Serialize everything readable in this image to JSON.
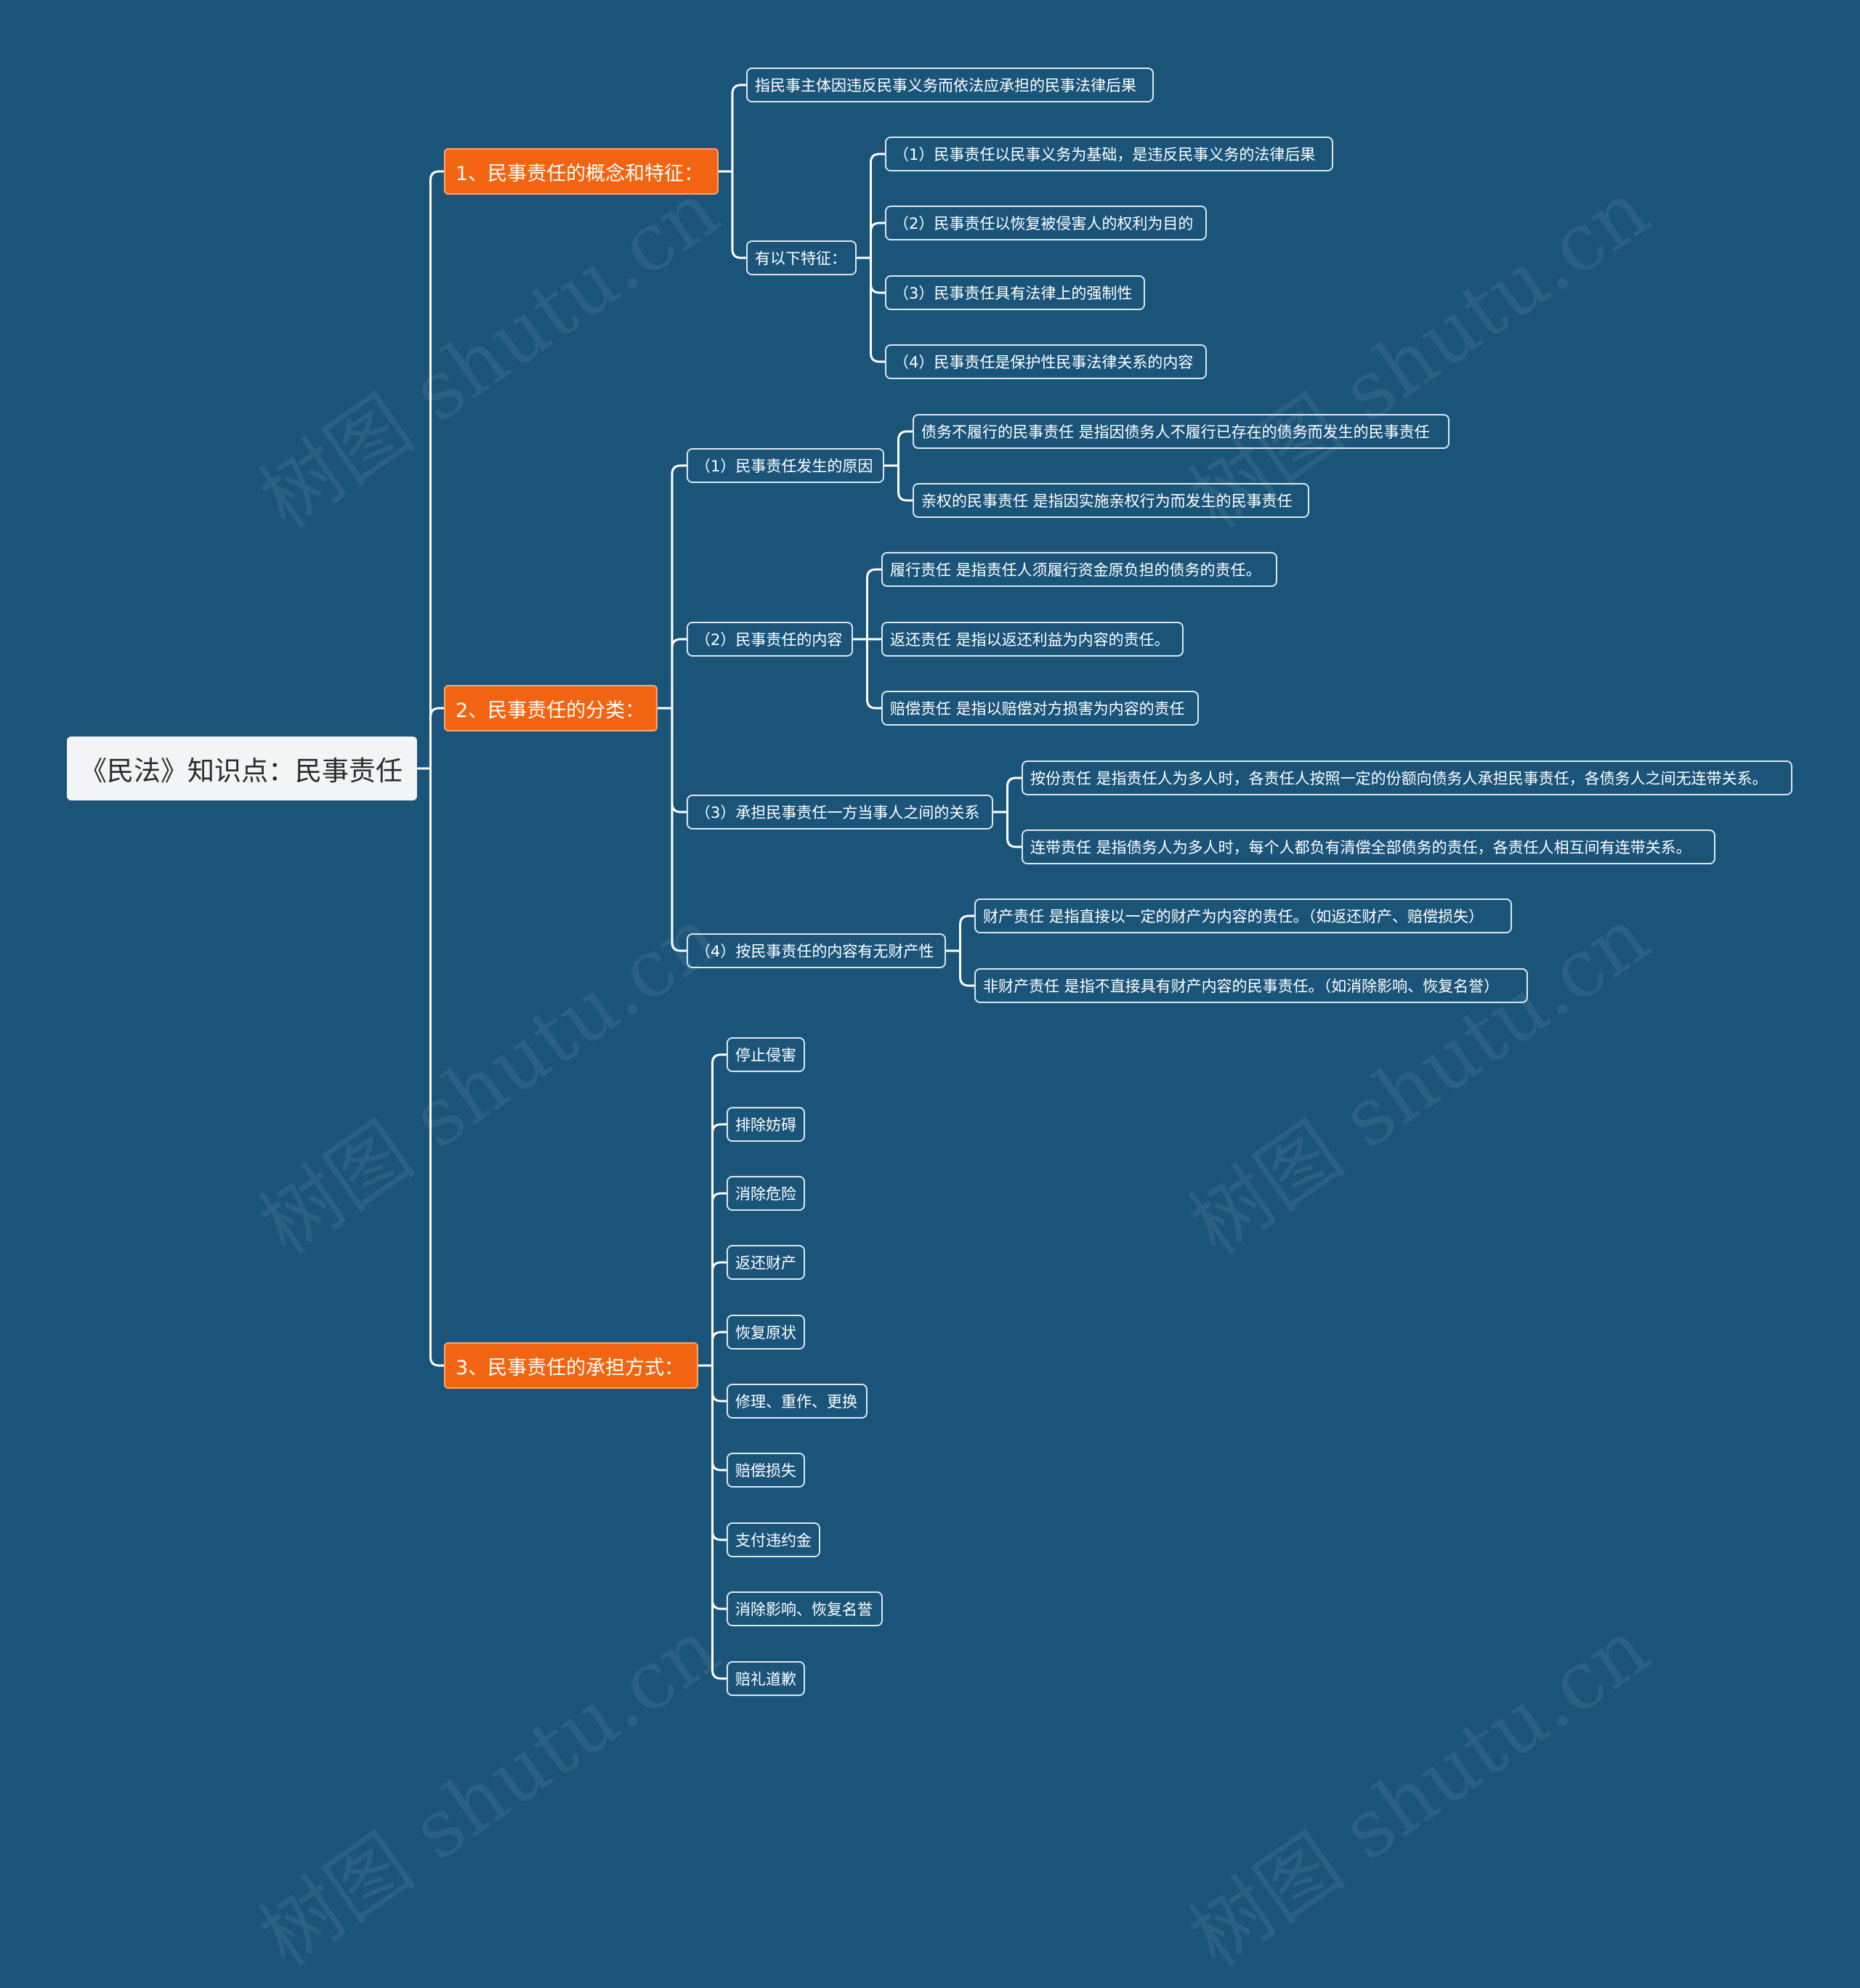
{
  "watermark": "树图 shutu.cn",
  "colors": {
    "background": "#1a5479",
    "branch": "#f26411",
    "root": "#f3f4f6",
    "line": "#ffffff"
  },
  "root": {
    "label": "《民法》知识点：民事责任"
  },
  "branches": [
    {
      "label": "1、民事责任的概念和特征：",
      "children": [
        {
          "label": "指民事主体因违反民事义务而依法应承担的民事法律后果"
        },
        {
          "label": "有以下特征：",
          "children": [
            {
              "label": "（1）民事责任以民事义务为基础，是违反民事义务的法律后果"
            },
            {
              "label": "（2）民事责任以恢复被侵害人的权利为目的"
            },
            {
              "label": "（3）民事责任具有法律上的强制性"
            },
            {
              "label": "（4）民事责任是保护性民事法律关系的内容"
            }
          ]
        }
      ]
    },
    {
      "label": "2、民事责任的分类：",
      "children": [
        {
          "label": "（1）民事责任发生的原因",
          "children": [
            {
              "label": "债务不履行的民事责任 是指因债务人不履行已存在的债务而发生的民事责任"
            },
            {
              "label": "亲权的民事责任 是指因实施亲权行为而发生的民事责任"
            }
          ]
        },
        {
          "label": "（2）民事责任的内容",
          "children": [
            {
              "label": "履行责任 是指责任人须履行资金原负担的债务的责任。"
            },
            {
              "label": "返还责任 是指以返还利益为内容的责任。"
            },
            {
              "label": "赔偿责任 是指以赔偿对方损害为内容的责任"
            }
          ]
        },
        {
          "label": "（3）承担民事责任一方当事人之间的关系",
          "children": [
            {
              "label": "按份责任 是指责任人为多人时，各责任人按照一定的份额向债务人承担民事责任，各债务人之间无连带关系。"
            },
            {
              "label": "连带责任 是指债务人为多人时，每个人都负有清偿全部债务的责任，各责任人相互间有连带关系。"
            }
          ]
        },
        {
          "label": "（4）按民事责任的内容有无财产性",
          "children": [
            {
              "label": "财产责任 是指直接以一定的财产为内容的责任。（如返还财产、赔偿损失）"
            },
            {
              "label": "非财产责任 是指不直接具有财产内容的民事责任。（如消除影响、恢复名誉）"
            }
          ]
        }
      ]
    },
    {
      "label": "3、民事责任的承担方式：",
      "children": [
        {
          "label": "停止侵害"
        },
        {
          "label": "排除妨碍"
        },
        {
          "label": "消除危险"
        },
        {
          "label": "返还财产"
        },
        {
          "label": "恢复原状"
        },
        {
          "label": "修理、重作、更换"
        },
        {
          "label": "赔偿损失"
        },
        {
          "label": "支付违约金"
        },
        {
          "label": "消除影响、恢复名誉"
        },
        {
          "label": "赔礼道歉"
        }
      ]
    }
  ]
}
